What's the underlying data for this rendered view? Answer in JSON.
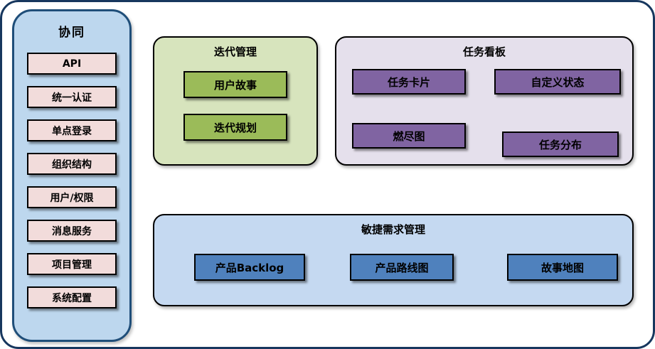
{
  "sidebar": {
    "title": "协同",
    "items": [
      {
        "label": "API"
      },
      {
        "label": "统一认证"
      },
      {
        "label": "单点登录"
      },
      {
        "label": "组织结构"
      },
      {
        "label": "用户/权限"
      },
      {
        "label": "消息服务"
      },
      {
        "label": "项目管理"
      },
      {
        "label": "系统配置"
      }
    ]
  },
  "iteration": {
    "title": "迭代管理",
    "items": [
      {
        "label": "用户故事"
      },
      {
        "label": "迭代规划"
      }
    ]
  },
  "kanban": {
    "title": "任务看板",
    "items": [
      {
        "label": "任务卡片"
      },
      {
        "label": "自定义状态"
      },
      {
        "label": "燃尽图"
      },
      {
        "label": "任务分布"
      }
    ]
  },
  "requirements": {
    "title": "敏捷需求管理",
    "items": [
      {
        "label": "产品Backlog"
      },
      {
        "label": "产品路线图"
      },
      {
        "label": "故事地图"
      }
    ]
  },
  "colors": {
    "outer_border": "#17375E",
    "sidebar_fill": "#BDD7EE",
    "sidebar_border": "#1F4E79",
    "module_pink": "#F2DCDB",
    "group_green": "#D7E4BD",
    "node_green": "#9BBB59",
    "group_purple": "#E5E0EC",
    "node_purple": "#8064A2",
    "group_blue": "#C5D9F1",
    "node_blue": "#4F81BD"
  }
}
